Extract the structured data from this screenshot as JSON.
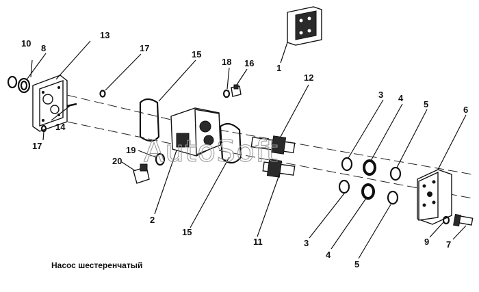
{
  "caption": "Насос шестеренчатый",
  "watermark": "AutoSoft",
  "callouts": {
    "n1": "1",
    "n2": "2",
    "n3a": "3",
    "n3b": "3",
    "n4a": "4",
    "n4b": "4",
    "n5a": "5",
    "n5b": "5",
    "n6": "6",
    "n7": "7",
    "n8": "8",
    "n9": "9",
    "n10": "10",
    "n11": "11",
    "n12": "12",
    "n13": "13",
    "n14": "14",
    "n15a": "15",
    "n15b": "15",
    "n16": "16",
    "n17a": "17",
    "n17b": "17",
    "n18": "18",
    "n19": "19",
    "n20": "20"
  }
}
